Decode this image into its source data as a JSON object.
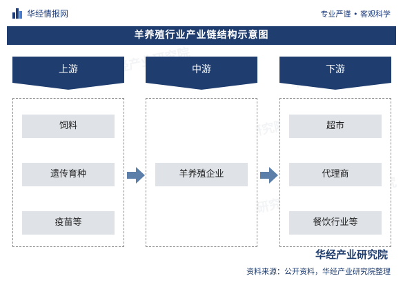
{
  "header": {
    "brand": "华经情报网",
    "slogan": "专业严谨 • 客观科学"
  },
  "title": "羊养殖行业产业链结构示意图",
  "stages": {
    "upstream": "上游",
    "midstream": "中游",
    "downstream": "下游"
  },
  "upstream_items": [
    "饲料",
    "遗传育种",
    "疫苗等"
  ],
  "midstream_items": [
    "羊养殖企业"
  ],
  "downstream_items": [
    "超市",
    "代理商",
    "餐饮行业等"
  ],
  "footer": {
    "brand": "华经产业研究院",
    "source": "资料来源：公开资料，华经产业研究院整理"
  },
  "watermark": "华经产业研究院",
  "colors": {
    "primary": "#1f3d6e",
    "item_bg": "#dfe3e8",
    "arrow": "#5b7fa8"
  }
}
